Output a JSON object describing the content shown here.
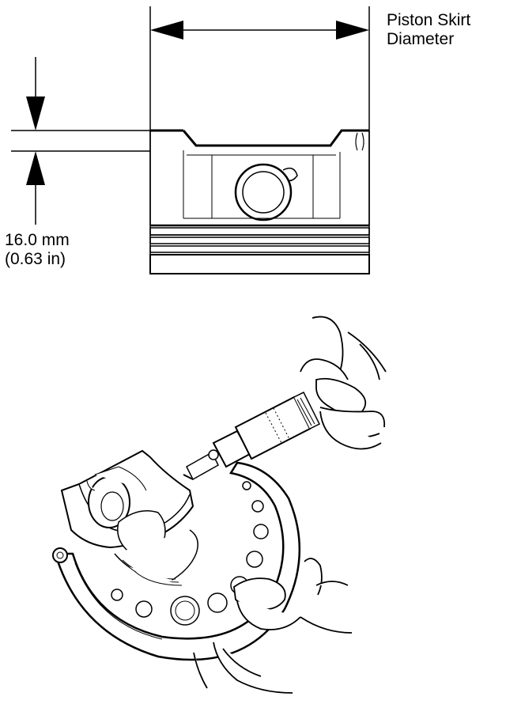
{
  "labels": {
    "skirt_diameter_line1": "Piston Skirt",
    "skirt_diameter_line2": "Diameter",
    "measure_mm": "16.0 mm",
    "measure_in": "(0.63 in)"
  },
  "colors": {
    "ink": "#000000",
    "paper": "#ffffff",
    "shade": "#cfcfcf"
  }
}
